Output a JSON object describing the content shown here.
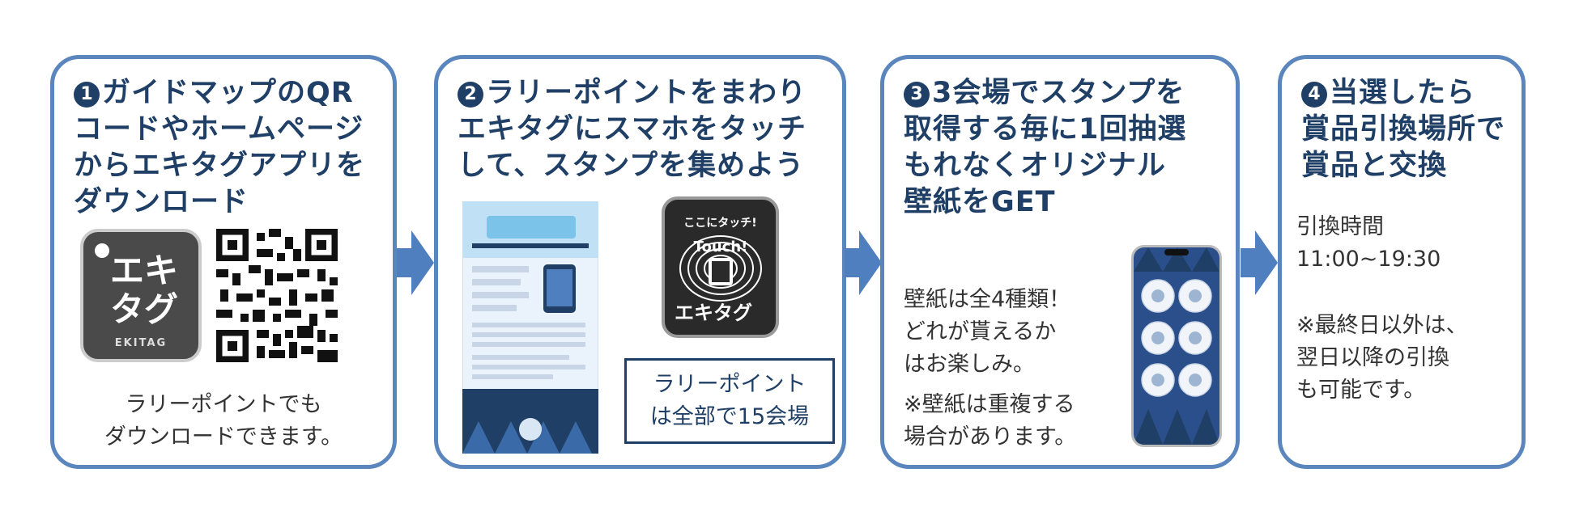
{
  "steps": [
    {
      "number": "1",
      "title": "ガイドマップのQR\nコードやホームページ\nからエキタグアプリを\nダウンロード",
      "note": "ラリーポイントでも\nダウンロードできます。",
      "app_logo": "エキ\nタグ",
      "app_logo_sub": "EKITAG"
    },
    {
      "number": "2",
      "title": "ラリーポイントをまわり\nエキタグにスマホをタッチ\nして、スタンプを集めよう",
      "tag_top": "ここにタッチ!",
      "tag_bottom": "エキタグ",
      "box": "ラリーポイント\nは全部で15会場"
    },
    {
      "number": "3",
      "title": "3会場でスタンプを\n取得する毎に1回抽選\nもれなくオリジナル\n壁紙をGET",
      "text1": "壁紙は全4種類！\nどれが貰えるか\nはお楽しみ。",
      "text2": "※壁紙は重複する\n場合があります。"
    },
    {
      "number": "4",
      "title": "当選したら\n賞品引換場所で\n賞品と交換",
      "hours_label": "引換時間",
      "hours": "11:00~19:30",
      "note": "※最終日以外は、\n翌日以降の引換\nも可能です。"
    }
  ],
  "colors": {
    "border": "#5a86bd",
    "title": "#1f3f66",
    "arrow": "#4f7fbf",
    "text": "#333333"
  }
}
